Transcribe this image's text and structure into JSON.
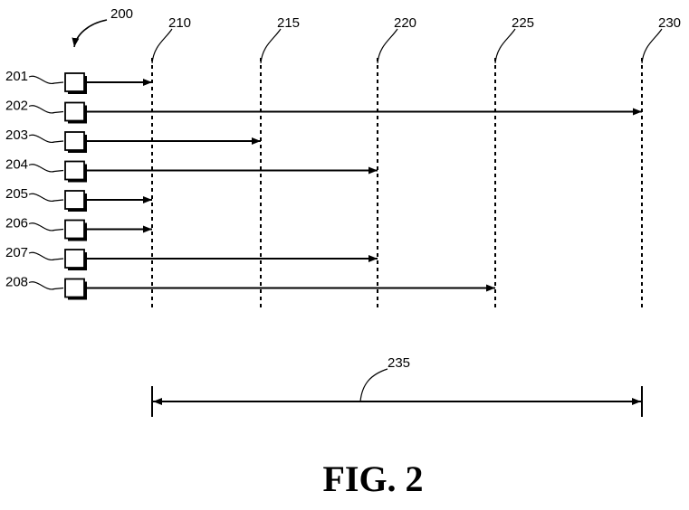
{
  "diagram": {
    "figure_label": "FIG. 2",
    "overall_ref": "200",
    "span_ref": "235",
    "timelines": [
      {
        "ref": "210"
      },
      {
        "ref": "215"
      },
      {
        "ref": "220"
      },
      {
        "ref": "225"
      },
      {
        "ref": "230"
      }
    ],
    "items": [
      {
        "ref": "201",
        "ends_at": "210"
      },
      {
        "ref": "202",
        "ends_at": "230"
      },
      {
        "ref": "203",
        "ends_at": "215"
      },
      {
        "ref": "204",
        "ends_at": "220"
      },
      {
        "ref": "205",
        "ends_at": "210"
      },
      {
        "ref": "206",
        "ends_at": "210"
      },
      {
        "ref": "207",
        "ends_at": "220"
      },
      {
        "ref": "208",
        "ends_at": "225"
      }
    ],
    "span": {
      "from": "210",
      "to": "230"
    },
    "colors": {
      "ink": "#000000",
      "background": "#ffffff"
    }
  }
}
